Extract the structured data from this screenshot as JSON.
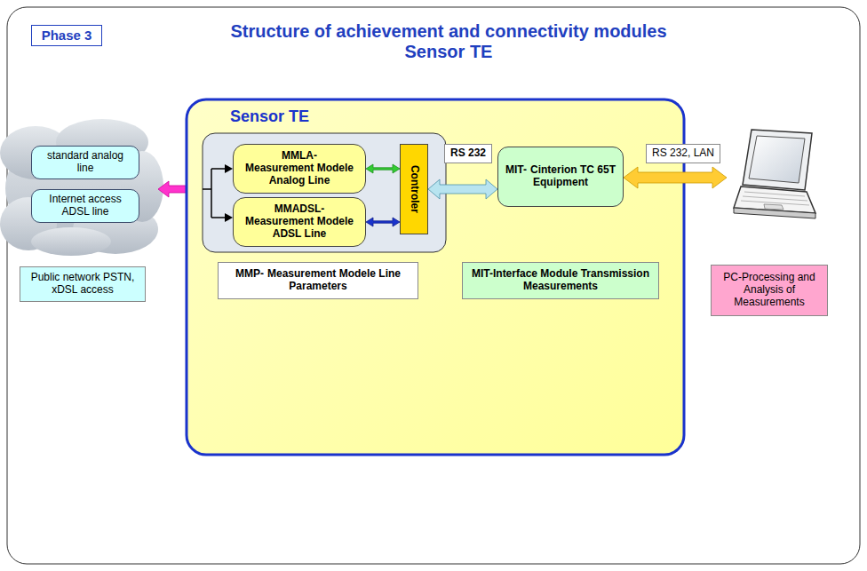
{
  "diagram": {
    "title": "Structure of achievement and connectivity modules Sensor TE",
    "nodes": [
      {
        "text": [
          "Phase 3"
        ]
      },
      {
        "text": [
          "standard analog line"
        ]
      },
      {
        "text": [
          "Internet access ADSL line"
        ]
      },
      {
        "text": [
          "Public network PSTN, xDSL access"
        ]
      },
      {
        "text": [
          "Sensor TE"
        ]
      },
      {
        "text": [
          "MMLA-",
          "Measurement Modele Analog Line"
        ],
        "in": 4
      },
      {
        "text": [
          "MMADSL-",
          "Measurement Modele ADSL Line"
        ],
        "in": 4
      },
      {
        "text": [
          "Controler"
        ],
        "in": 4
      },
      {
        "text": [
          "RS 232"
        ],
        "in": 4
      },
      {
        "text": [
          "MIT-",
          "Cinterion TC 65T Equipment"
        ],
        "in": 4
      },
      {
        "text": [
          "MMP-",
          "Measurement Modele Line Parameters"
        ],
        "in": 4
      },
      {
        "text": [
          "MIT-Interface Module Transmission Measurements"
        ],
        "in": 4
      },
      {
        "text": [
          "RS 232, LAN"
        ]
      },
      {
        "text": [
          "PC-Processing and Analysis of Measurements"
        ]
      }
    ],
    "edges": [
      {
        "from": 5,
        "to": 7,
        "arrow": "both"
      },
      {
        "from": 6,
        "to": 7,
        "arrow": "both"
      },
      {
        "from": 7,
        "to": 9,
        "arrow": "both"
      }
    ]
  }
}
